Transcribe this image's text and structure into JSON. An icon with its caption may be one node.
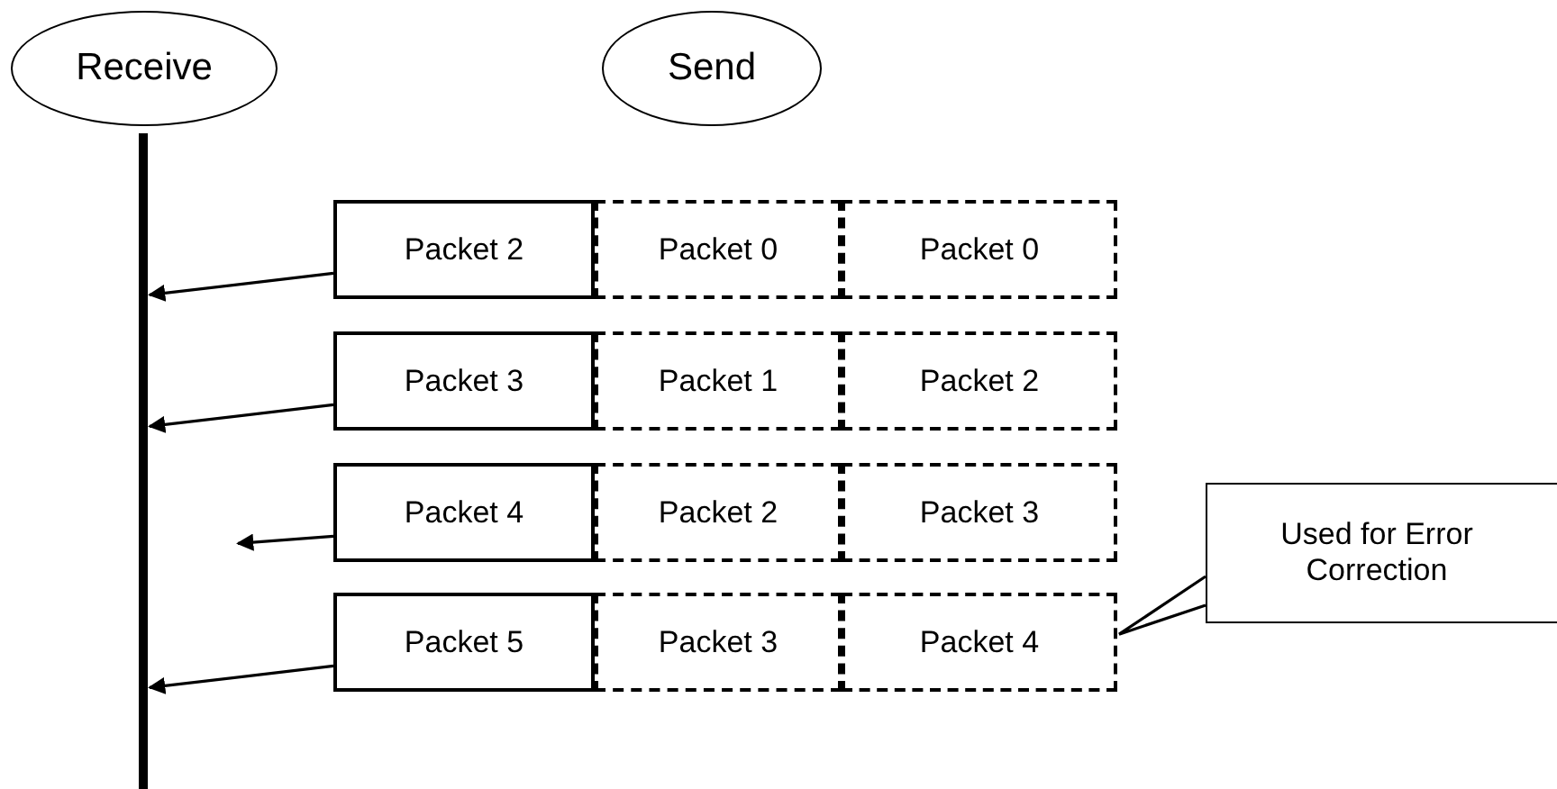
{
  "diagram": {
    "nodes": [
      {
        "text": [
          "Receive"
        ]
      },
      {
        "text": [
          "Send"
        ]
      },
      {
        "text": [],
        "shape": "bar"
      },
      {
        "text": [
          "Packet 2"
        ]
      },
      {
        "text": [
          "Packet 0"
        ]
      },
      {
        "text": [
          "Packet 0"
        ]
      },
      {
        "text": [
          "Packet 3"
        ]
      },
      {
        "text": [
          "Packet 1"
        ]
      },
      {
        "text": [
          "Packet 2"
        ]
      },
      {
        "text": [
          "Packet 4"
        ]
      },
      {
        "text": [
          "Packet 2"
        ]
      },
      {
        "text": [
          "Packet 3"
        ]
      },
      {
        "text": [
          "Packet 5"
        ]
      },
      {
        "text": [
          "Packet 3"
        ]
      },
      {
        "text": [
          "Packet 4"
        ]
      },
      {
        "text": [
          "Used for Error Correction"
        ]
      }
    ],
    "edges": [
      {
        "from": 3,
        "to": 2,
        "arrow": "to"
      },
      {
        "from": 6,
        "to": 2,
        "arrow": "to"
      },
      {
        "from": 9,
        "to": null,
        "arrow": "to"
      },
      {
        "from": 12,
        "to": 2,
        "arrow": "to"
      },
      {
        "from": 15,
        "to": 14,
        "arrow": "none"
      }
    ]
  }
}
